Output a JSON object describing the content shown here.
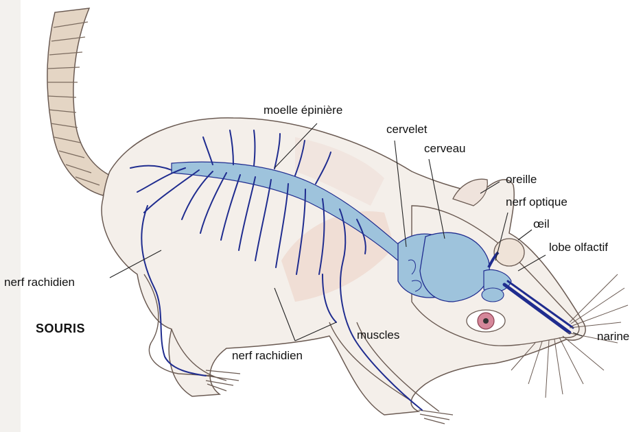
{
  "title": "SOURIS",
  "labels": {
    "spinal_cord": "moelle épinière",
    "cerebellum": "cervelet",
    "brain": "cerveau",
    "ear": "oreille",
    "optic_nerve": "nerf optique",
    "eye": "œil",
    "olfactory_lobe": "lobe olfactif",
    "spinal_nerve_left": "nerf rachidien",
    "spinal_nerve_bottom": "nerf rachidien",
    "muscles": "muscles",
    "nostril": "narine"
  },
  "colors": {
    "nerve": "#1f2c8f",
    "brain_fill": "#9ec3dc",
    "body_fill": "#f4efea",
    "outline": "#6a5a52",
    "eye_iris": "#d5879a"
  }
}
